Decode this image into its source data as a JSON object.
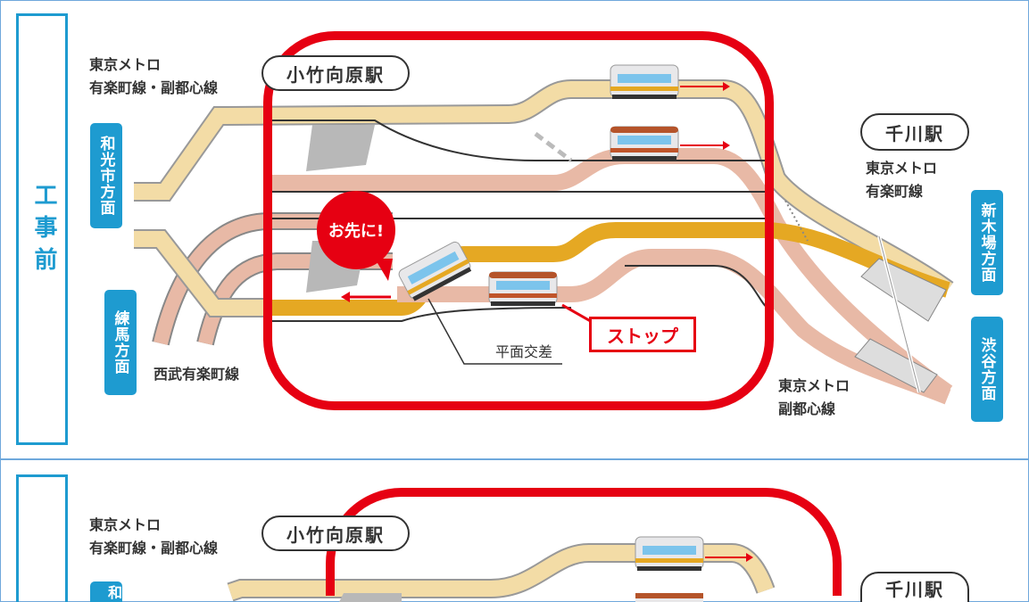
{
  "colors": {
    "red": "#e60012",
    "blue": "#1e9bd0",
    "yurakucho": "#f3dca6",
    "fukutoshin": "#e8b9a6",
    "highlight": "#e5a823"
  },
  "panels": [
    {
      "phase": "工事前",
      "line_label": [
        "東京メトロ",
        "有楽町線・副都心線"
      ],
      "station": "小竹向原駅",
      "station2": "千川駅",
      "station2_line": [
        "東京メトロ",
        "有楽町線"
      ],
      "fukutoshin_label": [
        "東京メトロ",
        "副都心線"
      ],
      "seibu_label": "西武有楽町線",
      "crossing_label": "平面交差",
      "bubble": "お先に!",
      "stop": "ストップ",
      "directions": {
        "wako": "和光市方面",
        "nerima": "練馬方面",
        "shinkiba": "新木場方面",
        "shibuya": "渋谷方面"
      }
    },
    {
      "line_label": [
        "東京メトロ",
        "有楽町線・副都心線"
      ],
      "station": "小竹向原駅",
      "station2": "千川駅",
      "direction_partial": "和"
    }
  ]
}
